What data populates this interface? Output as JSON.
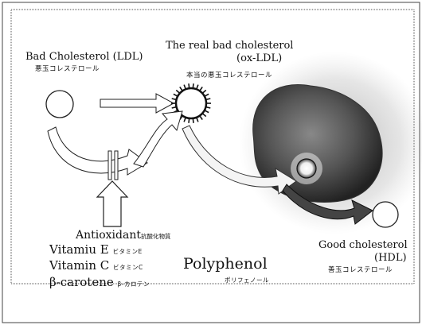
{
  "labels": {
    "bad_ldl": "Bad Cholesterol (LDL)",
    "bad_ldl_jp": "悪玉コレステロール",
    "oxldl_line1": "The real bad cholesterol",
    "oxldl_line2": "(ox-LDL)",
    "oxldl_jp": "本当の悪玉コレステロール",
    "antioxidant": "Antioxidant",
    "antioxidant_jp": "抗酸化物質",
    "vitamin_e": "Vitamiu E",
    "vitamin_e_jp": "ビタミンE",
    "vitamin_c": "Vitamin C",
    "vitamin_c_jp": "ビタミンC",
    "beta_carotene": "β-carotene",
    "beta_carotene_jp": "β-カロテン",
    "polyphenol": "Polyphenol",
    "polyphenol_jp": "ポリフェノール",
    "good_line1": "Good cholesterol",
    "good_line2": "(HDL)",
    "good_jp": "善玉コレステロール"
  }
}
